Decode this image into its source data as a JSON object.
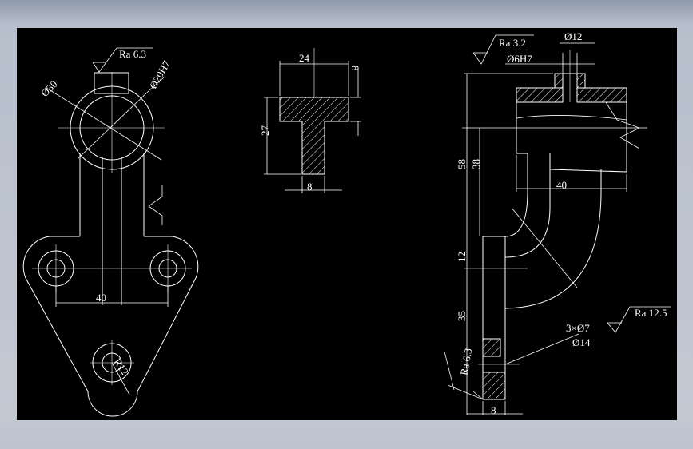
{
  "left_view": {
    "roughness": "Ra 6.3",
    "dia_outer": "Ø30",
    "dia_bore": "Ø20H7",
    "hole_spacing": "40",
    "bottom_radius": "R12"
  },
  "t_section": {
    "width": "24",
    "flange_thickness": "8",
    "height": "27",
    "web_thickness": "8"
  },
  "front_view": {
    "roughness_top": "Ra 3.2",
    "dia_boss": "Ø12",
    "dia_hole": "Ø6H7",
    "dim_58": "58",
    "dim_38": "38",
    "dim_40": "40",
    "dim_12": "12",
    "dim_35": "35",
    "holes_count": "3×Ø7",
    "holes_cbore": "Ø14",
    "roughness_right": "Ra 12.5",
    "roughness_left": "Ra 6.3",
    "base_thickness": "8"
  },
  "colors": {
    "background": "#000000",
    "lines": "#ffffff",
    "frame": "#b8bfcb"
  }
}
